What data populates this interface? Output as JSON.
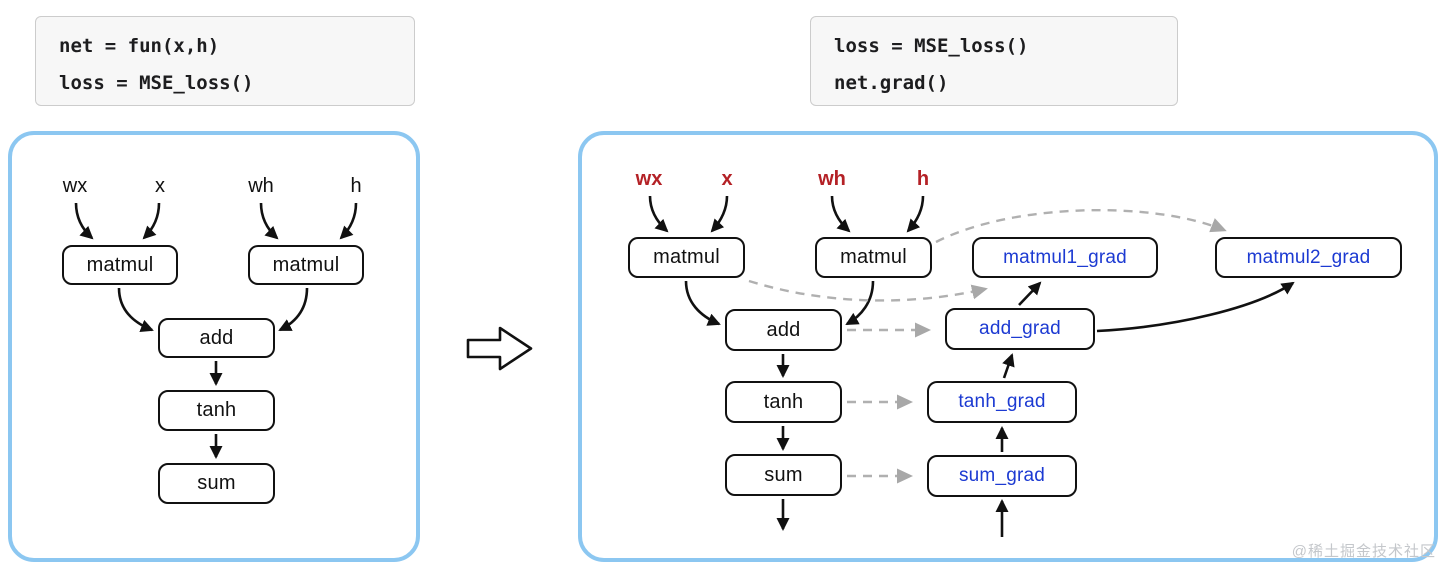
{
  "code_left": {
    "lines": [
      "net = fun(x,h)",
      "loss = MSE_loss()"
    ]
  },
  "code_right": {
    "lines": [
      "loss = MSE_loss()",
      "net.grad()"
    ]
  },
  "forward": {
    "inputs": [
      "wx",
      "x",
      "wh",
      "h"
    ],
    "nodes": [
      {
        "label": "matmul"
      },
      {
        "label": "matmul"
      },
      {
        "label": "add"
      },
      {
        "label": "tanh"
      },
      {
        "label": "sum"
      }
    ]
  },
  "backward": {
    "inputs": [
      "wx",
      "x",
      "wh",
      "h"
    ],
    "nodes": [
      {
        "label": "matmul"
      },
      {
        "label": "matmul"
      },
      {
        "label": "add"
      },
      {
        "label": "tanh"
      },
      {
        "label": "sum"
      }
    ],
    "grads": [
      {
        "label": "matmul1_grad"
      },
      {
        "label": "matmul2_grad"
      },
      {
        "label": "add_grad"
      },
      {
        "label": "tanh_grad"
      },
      {
        "label": "sum_grad"
      }
    ]
  },
  "colors": {
    "panel_border": "#8cc7f1",
    "grad_text": "#1c3ad2",
    "input_red": "#b42126",
    "dashed_gray": "#b0b0b0",
    "code_bg": "#f7f7f7",
    "code_border": "#cccccc",
    "watermark_gray": "#c4c7cb"
  },
  "watermark": "@稀土掘金技术社区"
}
